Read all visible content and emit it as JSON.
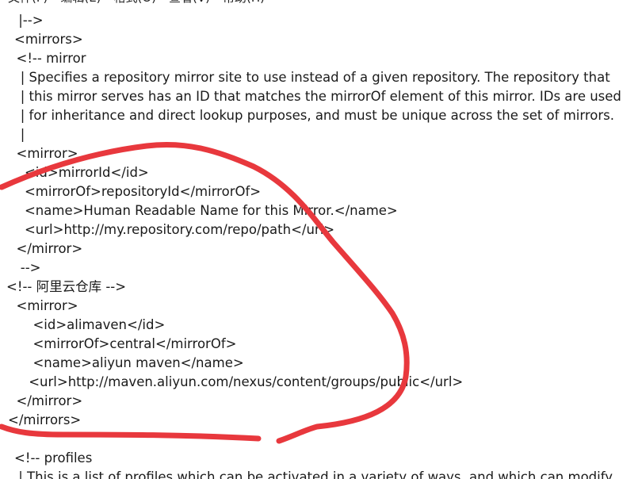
{
  "app": {
    "menu": [
      "文件(F)",
      "编辑(E)",
      "格式(O)",
      "查看(V)",
      "帮助(H)"
    ]
  },
  "editor": {
    "lines": [
      " |-->",
      "<mirrors>",
      "  <!-- mirror",
      "   | Specifies a repository mirror site to use instead of a given repository. The repository that",
      "   | this mirror serves has an ID that matches the mirrorOf element of this mirror. IDs are used",
      "   | for inheritance and direct lookup purposes, and must be unique across the set of mirrors.",
      "   |",
      "  <mirror>",
      "    <id>mirrorId</id>",
      "    <mirrorOf>repositoryId</mirrorOf>",
      "    <name>Human Readable Name for this Mirror.</name>",
      "    <url>http://my.repository.com/repo/path</url>",
      "  </mirror>",
      "   -->",
      "<!-- 阿里云仓库 -->",
      "  <mirror>",
      "      <id>alimaven</id>",
      "      <mirrorOf>central</mirrorOf>",
      "      <name>aliyun maven</name>",
      "     <url>http://maven.aliyun.com/nexus/content/groups/public</url>",
      "  </mirror>",
      "</mirrors>",
      "",
      "<!-- profiles",
      " | This is a list of profiles which can be activated in a variety of ways, and which can modify"
    ]
  },
  "annotation": {
    "color": "#e8383d",
    "kind": "hand-drawn-circle"
  }
}
